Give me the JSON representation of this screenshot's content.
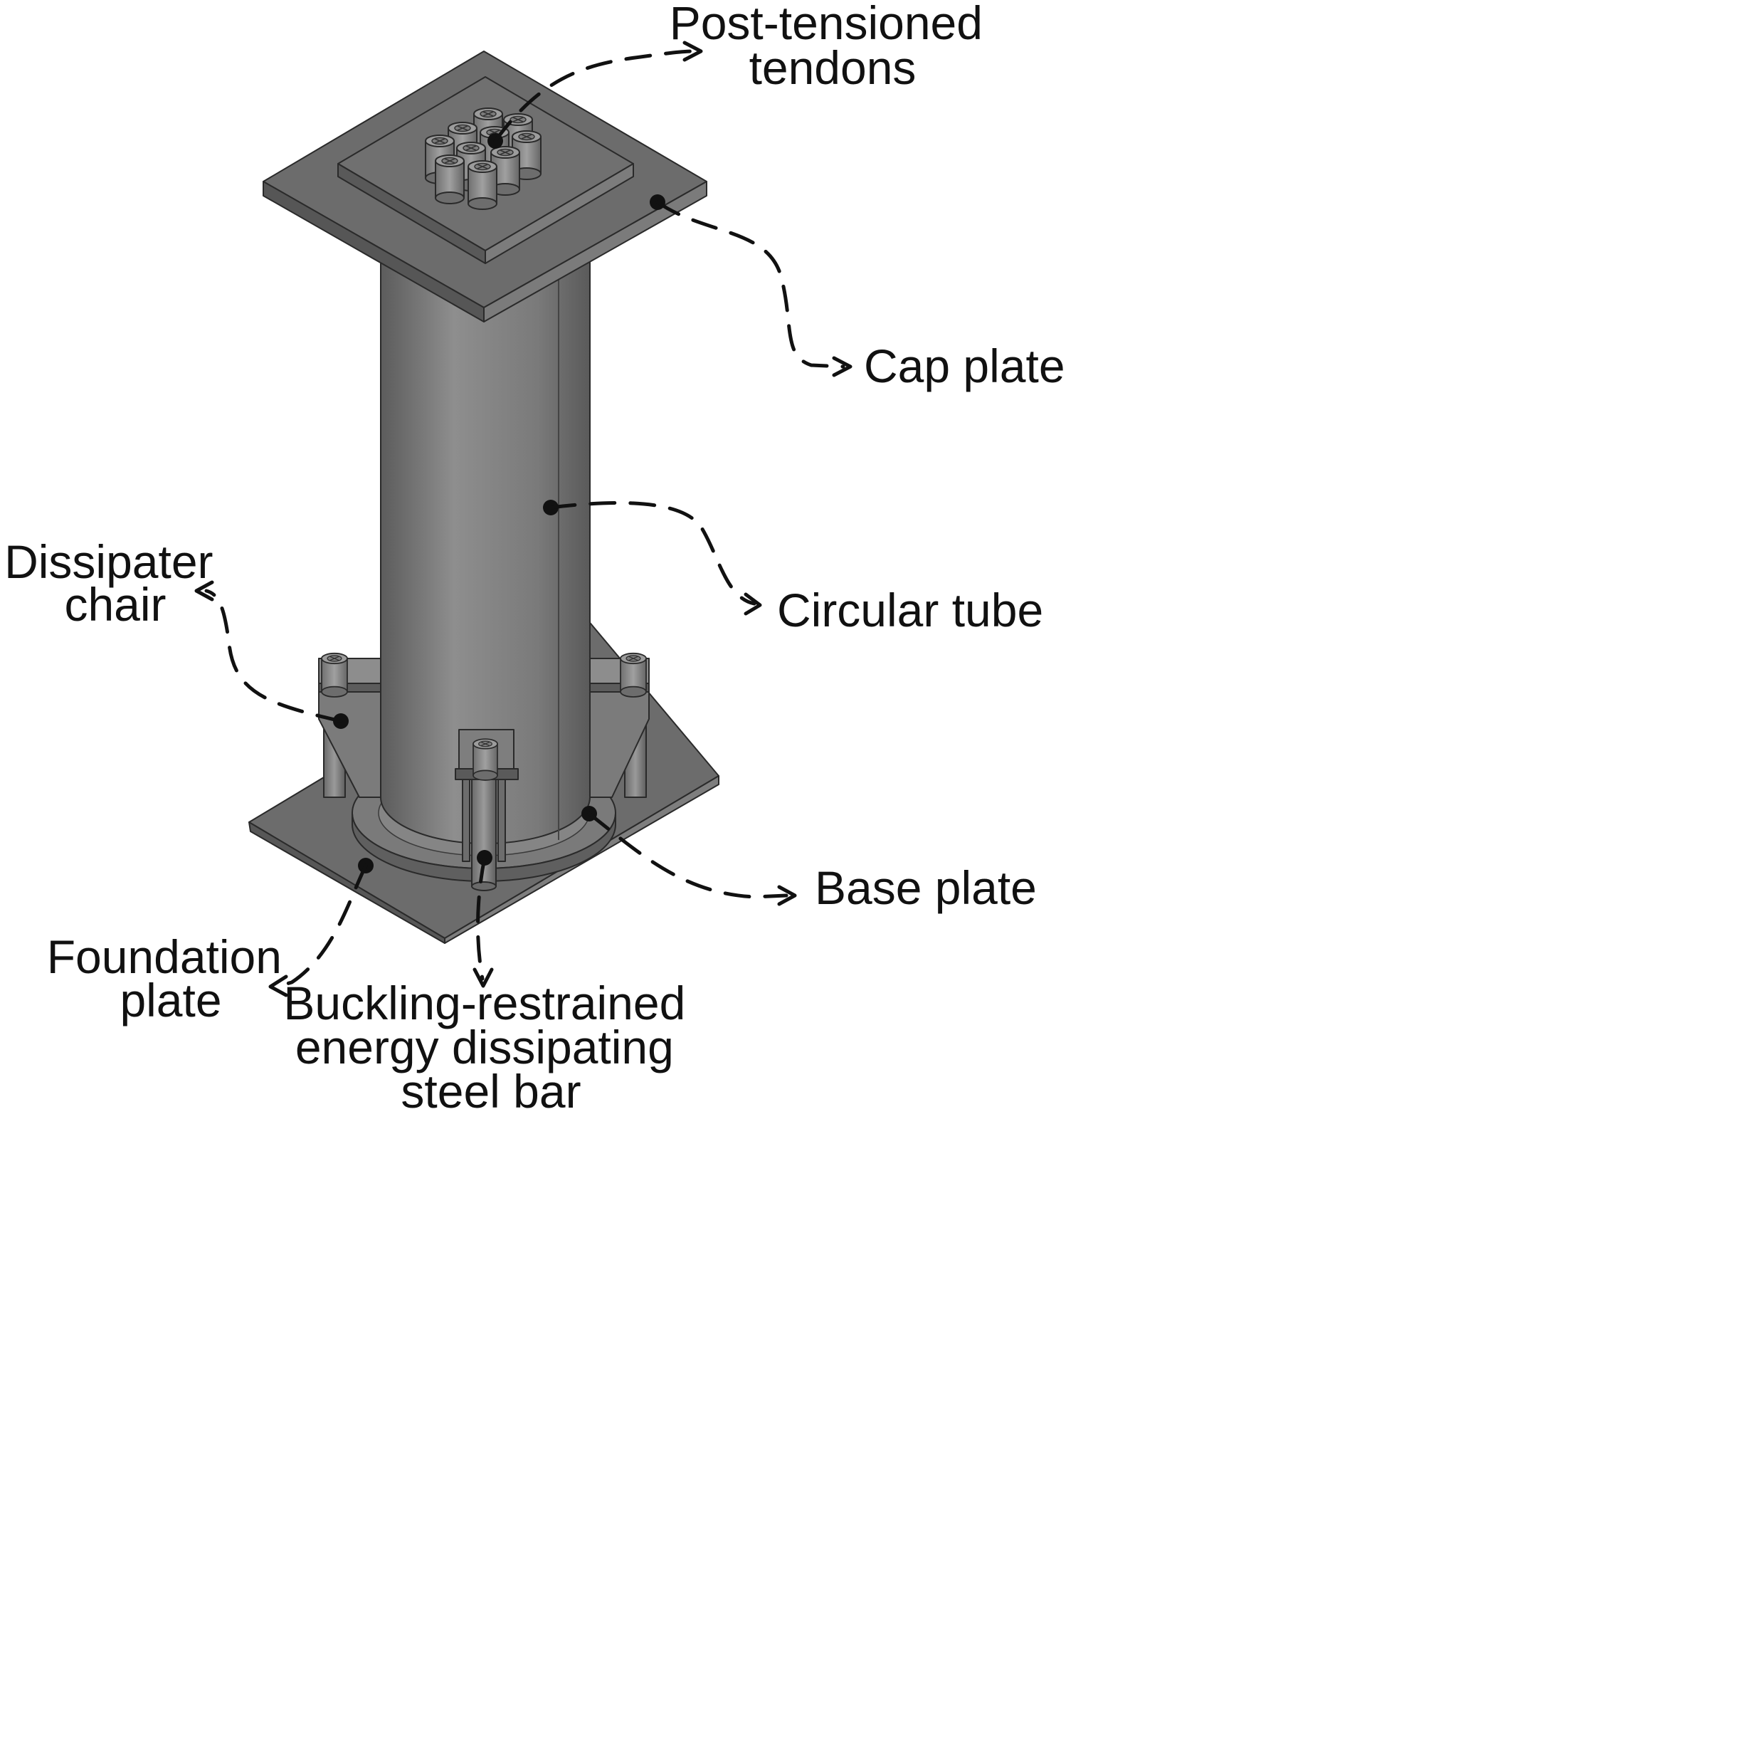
{
  "labels": {
    "post_tensioned_tendons": [
      "Post-tensioned",
      "tendons"
    ],
    "cap_plate": [
      "Cap plate"
    ],
    "circular_tube": [
      "Circular tube"
    ],
    "dissipater_chair": [
      "Dissipater",
      "chair"
    ],
    "base_plate": [
      "Base plate"
    ],
    "foundation_plate": [
      "Foundation",
      "plate"
    ],
    "buckling_bar": [
      "Buckling-restrained",
      "energy dissipating",
      "steel bar"
    ]
  },
  "colors": {
    "steel_top": "#6e6e6e",
    "steel_left": "#5a5a5a",
    "steel_right": "#7a7a7a",
    "tube_light": "#8c8c8c",
    "tube_dark": "#4e4e4e",
    "leader": "#111111"
  }
}
